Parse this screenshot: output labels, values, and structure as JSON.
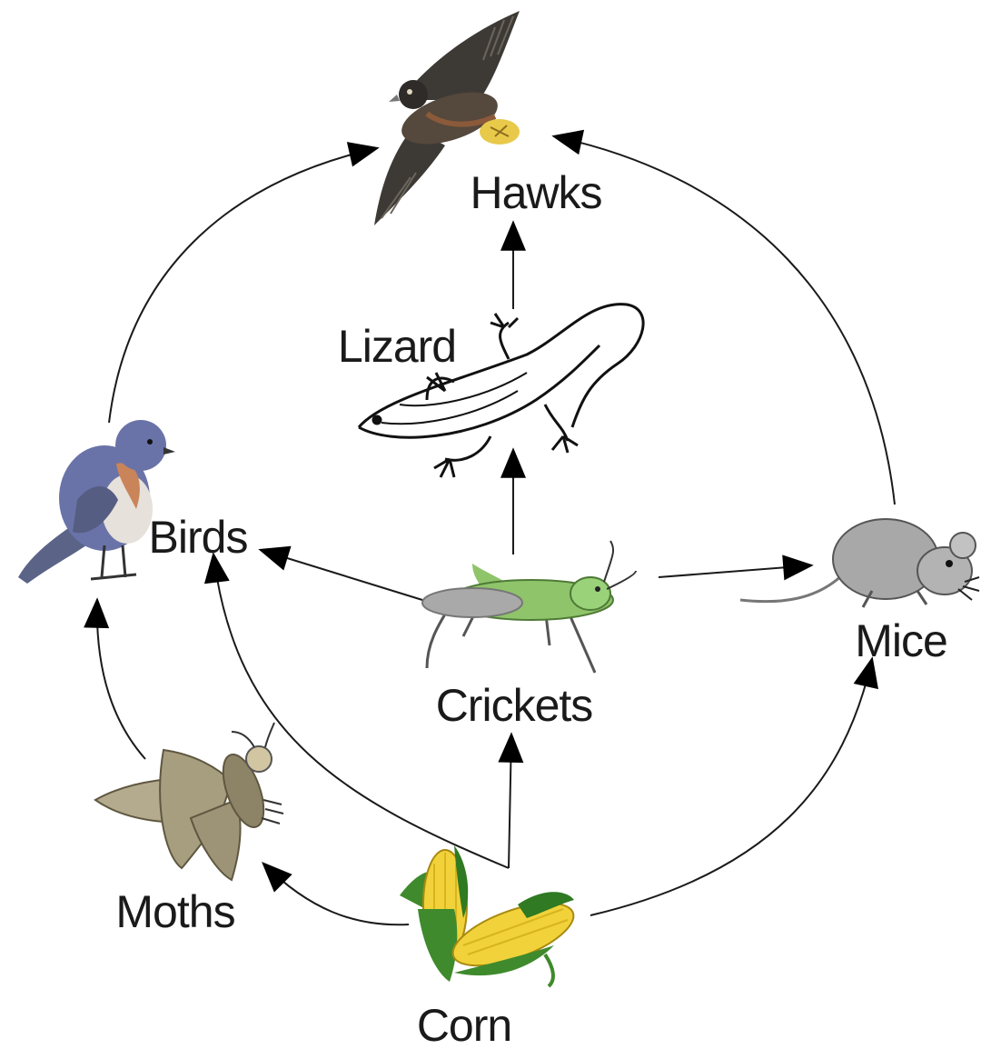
{
  "diagram": {
    "type": "food-web",
    "organisms": [
      {
        "id": "hawks",
        "label": "Hawks",
        "icon": "hawk-icon"
      },
      {
        "id": "lizard",
        "label": "Lizard",
        "icon": "lizard-icon"
      },
      {
        "id": "birds",
        "label": "Birds",
        "icon": "bird-icon"
      },
      {
        "id": "crickets",
        "label": "Crickets",
        "icon": "cricket-icon"
      },
      {
        "id": "mice",
        "label": "Mice",
        "icon": "mouse-icon"
      },
      {
        "id": "moths",
        "label": "Moths",
        "icon": "moth-icon"
      },
      {
        "id": "corn",
        "label": "Corn",
        "icon": "corn-icon"
      }
    ],
    "edges": [
      {
        "from": "corn",
        "to": "moths"
      },
      {
        "from": "corn",
        "to": "crickets"
      },
      {
        "from": "corn",
        "to": "birds"
      },
      {
        "from": "corn",
        "to": "mice"
      },
      {
        "from": "moths",
        "to": "birds"
      },
      {
        "from": "crickets",
        "to": "birds"
      },
      {
        "from": "crickets",
        "to": "lizard"
      },
      {
        "from": "crickets",
        "to": "mice"
      },
      {
        "from": "lizard",
        "to": "hawks"
      },
      {
        "from": "birds",
        "to": "hawks"
      },
      {
        "from": "mice",
        "to": "hawks"
      }
    ],
    "colors": {
      "arrow": "#1a1a1a",
      "hawk_body": "#4a4540",
      "bird_body": "#6a73a8",
      "bird_breast": "#c9845a",
      "cricket": "#8fc46a",
      "mouse": "#a8a8a8",
      "moth": "#b4ab8e",
      "corn_kernel": "#f1d23a",
      "corn_husk": "#3f8a2c"
    }
  }
}
